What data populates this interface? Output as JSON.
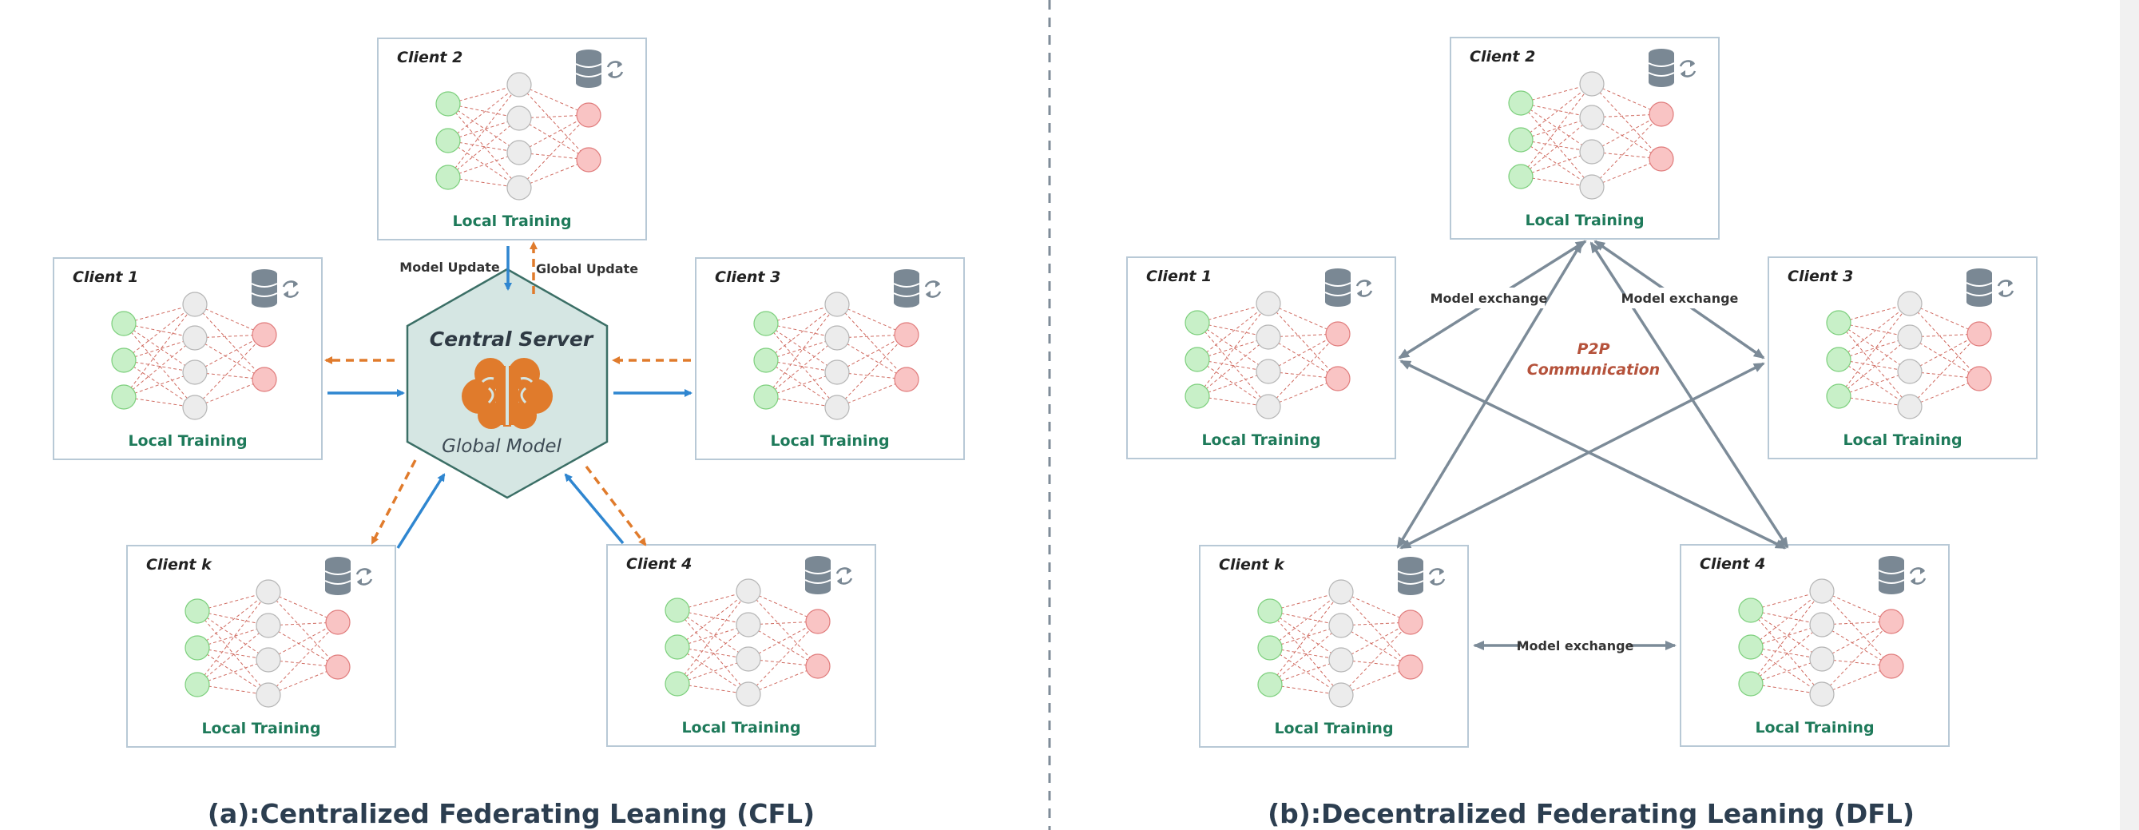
{
  "cfl": {
    "clients": [
      {
        "title": "Client 2",
        "footer": "Local Training"
      },
      {
        "title": "Client 1",
        "footer": "Local Training"
      },
      {
        "title": "Client 3",
        "footer": "Local Training"
      },
      {
        "title": "Client k",
        "footer": "Local Training"
      },
      {
        "title": "Client 4",
        "footer": "Local Training"
      }
    ],
    "server": {
      "title": "Central Server",
      "subtitle": "Global Model"
    },
    "labels": {
      "model_update": "Model Update",
      "global_update": "Global Update"
    },
    "caption": "(a):Centralized Federating Leaning (CFL)"
  },
  "dfl": {
    "clients": [
      {
        "title": "Client 2",
        "footer": "Local Training"
      },
      {
        "title": "Client 1",
        "footer": "Local Training"
      },
      {
        "title": "Client 3",
        "footer": "Local Training"
      },
      {
        "title": "Client k",
        "footer": "Local Training"
      },
      {
        "title": "Client 4",
        "footer": "Local Training"
      }
    ],
    "labels": {
      "exchange_left": "Model exchange",
      "exchange_right": "Model exchange",
      "exchange_bottom": "Model exchange"
    },
    "p2p": {
      "line1": "P2P",
      "line2": "Communication"
    },
    "caption": "(b):Decentralized Federating Leaning (DFL)"
  },
  "colors": {
    "box_border": "#b8c9d6",
    "input_node": "#c8f0c8",
    "hidden_node": "#ececec",
    "output_node": "#f9c4c4",
    "edge": "#c0392b",
    "update_arrow": "#2f86d0",
    "global_arrow": "#e07b2c",
    "p2p_arrow": "#7c8b98",
    "server_fill": "#d5e6e3",
    "brain": "#e07b2c",
    "divider": "#7f8c99"
  }
}
